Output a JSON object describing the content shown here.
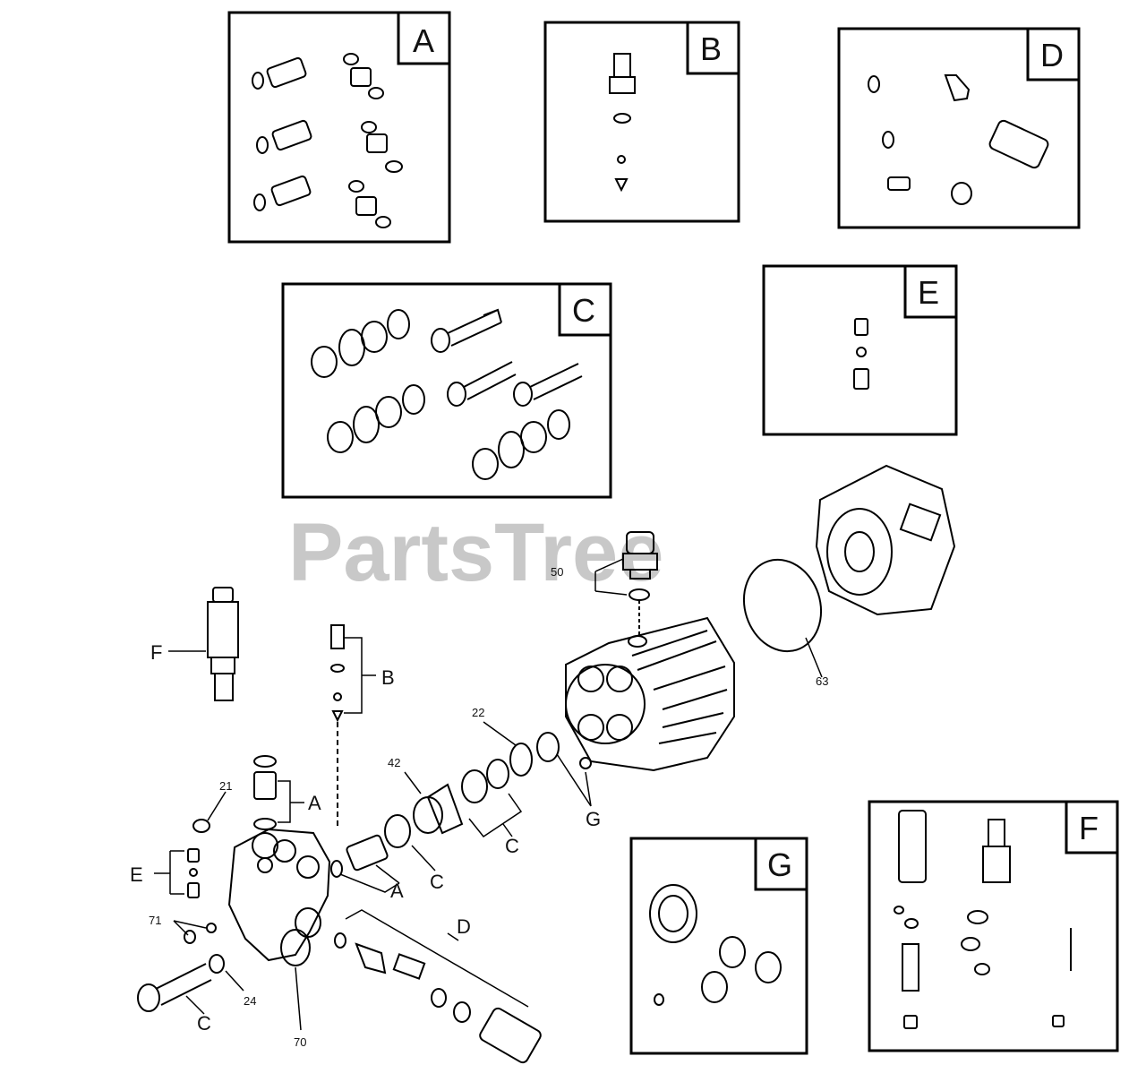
{
  "watermark": "PartsTree",
  "inset_letters": {
    "A": "A",
    "B": "B",
    "C": "C",
    "D": "D",
    "E": "E",
    "F": "F",
    "G": "G"
  },
  "callouts": {
    "n50": "50",
    "n63": "63",
    "n22": "22",
    "n42": "42",
    "n21": "21",
    "n71": "71",
    "n24": "24",
    "n70": "70",
    "F": "F",
    "B": "B",
    "A_top": "A",
    "E": "E",
    "A_low": "A",
    "C_mid": "C",
    "C_right": "C",
    "G": "G",
    "D": "D",
    "C_bolt": "C"
  }
}
